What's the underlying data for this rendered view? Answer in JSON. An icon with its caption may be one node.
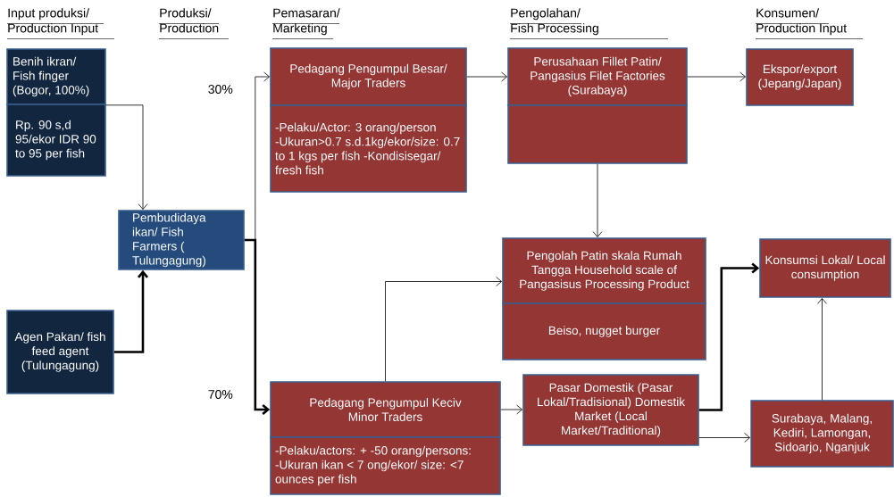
{
  "diagram": {
    "nodes": [
      {
        "text": [
          "Benih ikran/ Fish finger (Bogor, 100%)"
        ]
      },
      {
        "text": [
          "Rp. 90 s,d 95/ekor IDR 90 to 95 per fish"
        ]
      },
      {
        "text": [
          "Pembudidaya ikan/ Fish Farmers ( Tulungagung)"
        ]
      },
      {
        "text": [
          "Agen Pakan/ fish feed agent (Tulungagung)"
        ]
      },
      {
        "text": [
          "Pedagang Pengumpul Besar/ Major Traders"
        ]
      },
      {
        "text": [
          "-Pelaku/Actor: 3 orang/person -Ukuran>0.7 s.d.1kg/ekor/size: 0.7 to 1 kgs per fish -Kondisisegar/ fresh fish"
        ]
      },
      {
        "text": [
          "Perusahaan Fillet Patin/ Pangasius Filet Factories (Surabaya)"
        ]
      },
      {
        "text": [],
        "shape": "box"
      },
      {
        "text": [
          "Ekspor/export (Jepang/Japan)"
        ]
      },
      {
        "text": [
          "Pengolah Patin skala Rumah Tangga Household scale of Pangasisus Processing Product"
        ]
      },
      {
        "text": [
          "Beiso, nugget burger"
        ]
      },
      {
        "text": [
          "Konsumsi Lokal/ Local consumption"
        ]
      },
      {
        "text": [
          "Pedagang Pengumpul Keciv Minor Traders"
        ]
      },
      {
        "text": [
          "-Pelaku/actors: + -50 orang/persons: -Ukuran ikan < 7 ong/ekor/ size: <7 ounces per fish"
        ]
      },
      {
        "text": [
          "Pasar Domestik (Pasar Lokal/Tradisional) Domestik Market (Local Market/Traditional)"
        ]
      },
      {
        "text": [
          "Surabaya, Malang, Kediri, Lamongan, Sidoarjo, Nganjuk"
        ]
      }
    ],
    "edges": [
      {
        "from": 0,
        "to": 2,
        "arrow": "to"
      },
      {
        "from": 3,
        "to": 2,
        "arrow": "to",
        "style": "thick"
      },
      {
        "from": 2,
        "to": 4,
        "arrow": "to",
        "label": "30%"
      },
      {
        "from": 2,
        "to": 12,
        "arrow": "to",
        "label": "70%",
        "style": "thick"
      },
      {
        "from": 4,
        "to": 6,
        "arrow": "to"
      },
      {
        "from": 6,
        "to": 8,
        "arrow": "to"
      },
      {
        "from": 7,
        "to": 9,
        "arrow": "to"
      },
      {
        "from": 12,
        "to": 9,
        "arrow": "to"
      },
      {
        "from": 12,
        "to": 14,
        "arrow": "to"
      },
      {
        "from": 14,
        "to": 11,
        "arrow": "to",
        "style": "thick"
      },
      {
        "from": 14,
        "to": 15,
        "arrow": "to"
      },
      {
        "from": 15,
        "to": 11,
        "arrow": "to"
      }
    ],
    "labels": [
      "Input produksi/ Production Input",
      "Produksi/ Production",
      "Pemasaran/ Marketing",
      "Pengolahan/ Fish Processing",
      "Konsumen/ Production Input"
    ]
  }
}
